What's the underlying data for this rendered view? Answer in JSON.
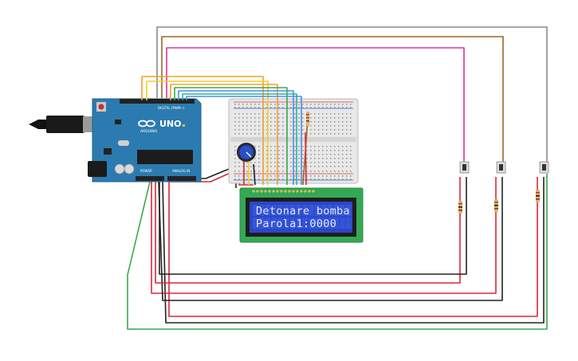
{
  "lcd": {
    "line1": "Detonare bomba",
    "line2": "Parola1:0000"
  },
  "arduino": {
    "model_label": "UNO",
    "brand_label": "ARDUINO",
    "digital_label": "DIGITAL (PWM~)",
    "power_label": "POWER",
    "analog_label": "ANALOG IN",
    "logo_icon": "infinity-logo-icon"
  },
  "colors": {
    "arduino_board": "#2c7bb0",
    "breadboard": "#e8e8e8",
    "lcd_pcb": "#35a854",
    "lcd_screen": "#2b47c8",
    "wire_red": "#d8283a",
    "wire_black": "#222222",
    "wire_green": "#3aa84a",
    "wire_orange": "#f0a030",
    "wire_yellow": "#f0d020",
    "wire_blue": "#4a90e0",
    "wire_teal": "#2ab0b0",
    "wire_magenta": "#d03aa0",
    "wire_brown": "#a0662a",
    "wire_gray": "#8a8a8a"
  },
  "components": {
    "buttons": [
      "pushbutton-1",
      "pushbutton-2",
      "pushbutton-3"
    ],
    "resistors": [
      "resistor-1",
      "resistor-2",
      "resistor-3",
      "resistor-breadboard"
    ],
    "potentiometer": "potentiometer"
  }
}
